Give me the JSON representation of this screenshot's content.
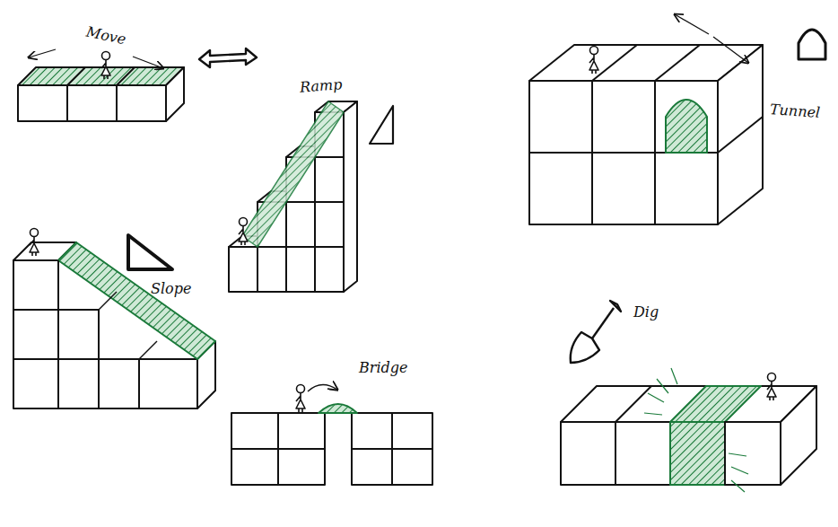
{
  "diagram": {
    "labels": [
      "Move",
      "Ramp",
      "Slope",
      "Bridge",
      "Tunnel",
      "Dig"
    ]
  }
}
